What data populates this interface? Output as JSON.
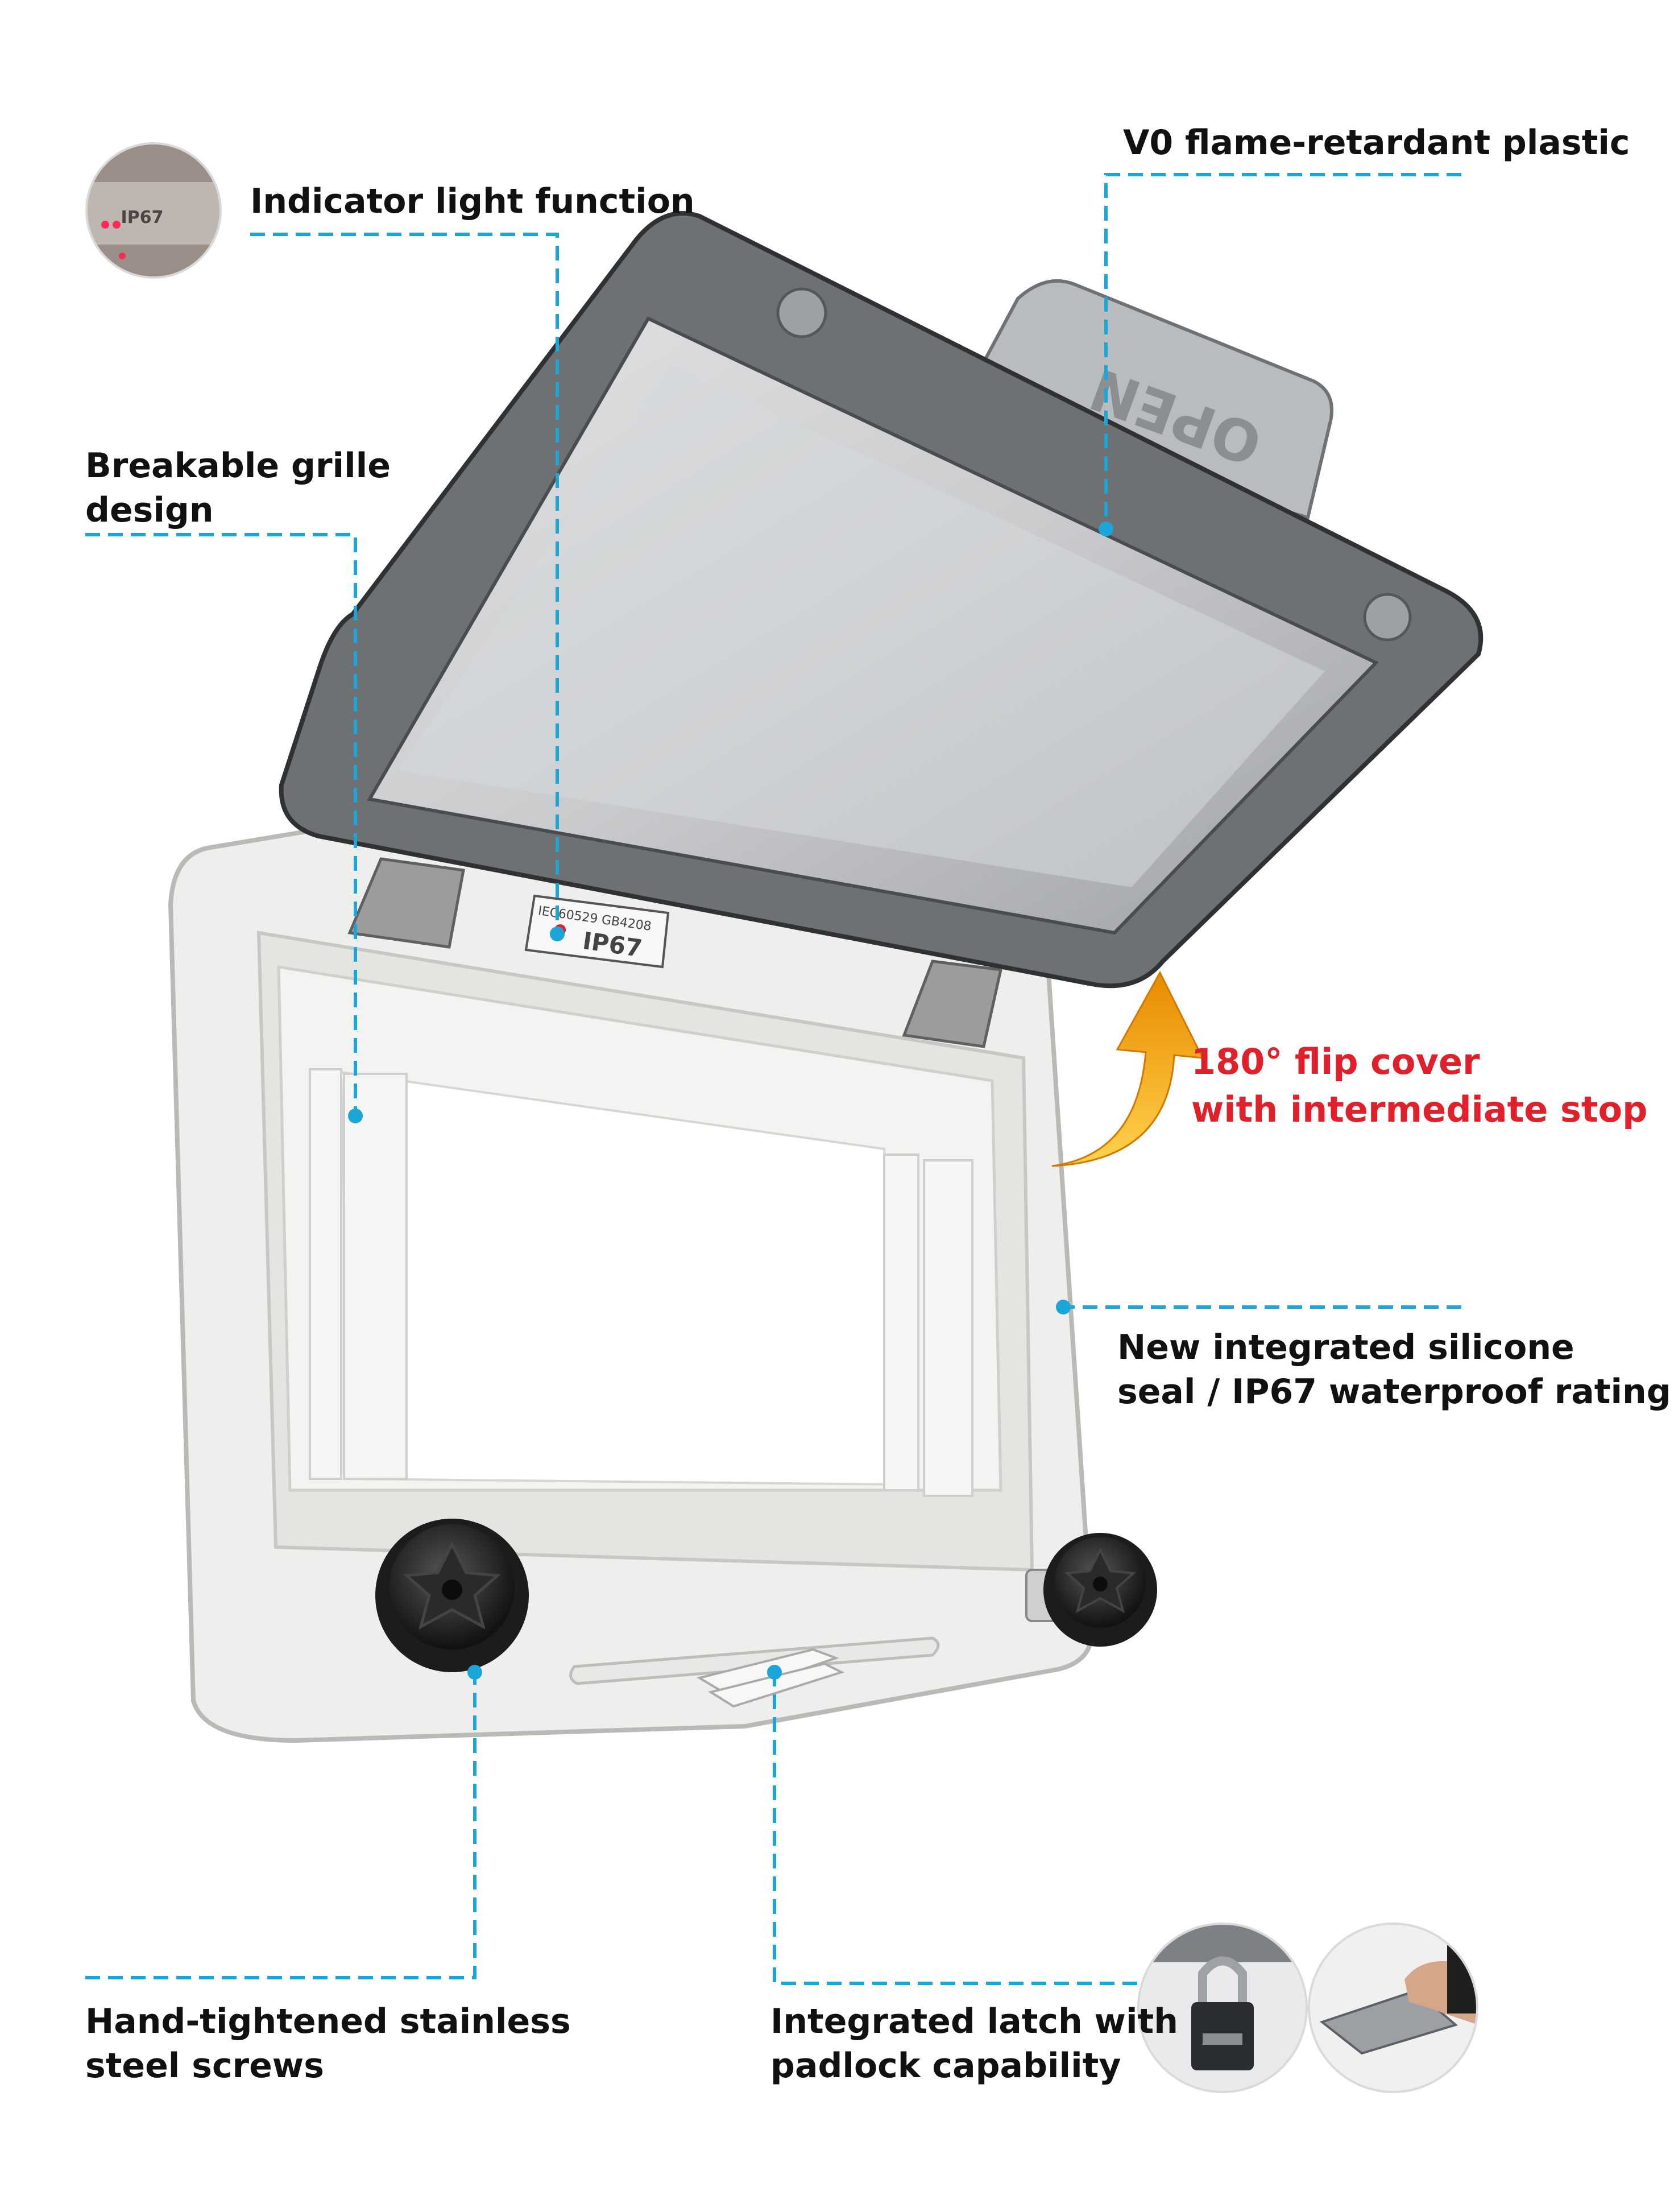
{
  "callouts": {
    "indicator": "Indicator light function",
    "flame": "V0 flame-retardant plastic",
    "grille_line1": "Breakable grille",
    "grille_line2": "design",
    "flip_line1": "180° flip cover",
    "flip_line2": "with intermediate stop",
    "seal_line1": "New integrated silicone",
    "seal_line2": "seal / IP67 waterproof rating",
    "screws_line1": "Hand-tightened stainless",
    "screws_line2": "steel screws",
    "latch_line1": "Integrated latch with",
    "latch_line2": "padlock capability"
  },
  "markings": {
    "rating": "IP67",
    "standard": "IEC60529 GB4208",
    "cover_text": "OPEN",
    "material_mark": "V0"
  },
  "colors": {
    "leader_line": "#1aa6d9",
    "flip_text": "#e0202a",
    "arrow": "#f39c12",
    "label_text": "#111111"
  },
  "icons": [
    "padlock-icon",
    "hand-icon",
    "arrow-curved-icon"
  ]
}
